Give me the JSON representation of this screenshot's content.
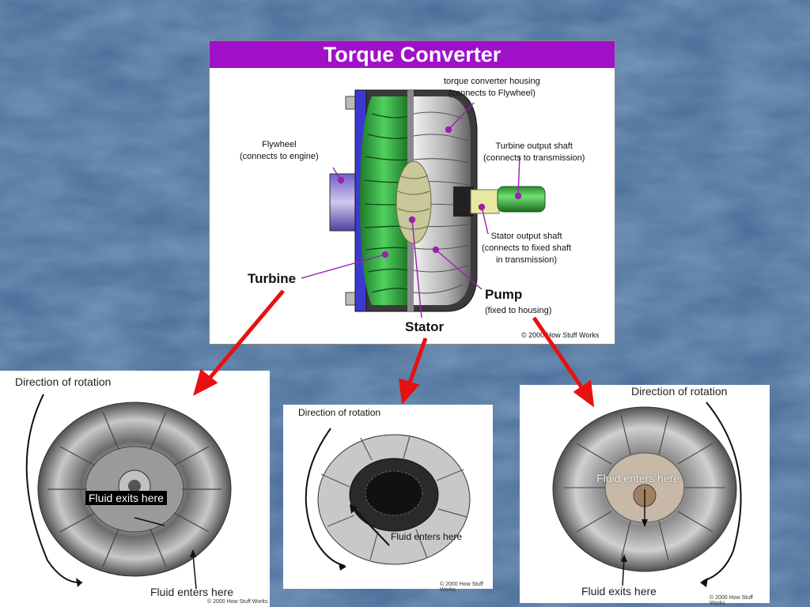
{
  "diagram": {
    "title": "Torque Converter",
    "labels": {
      "housing": "torque converter housing\n(connects to Flywheel)",
      "flywheel": "Flywheel\n(connects to engine)",
      "turbine_shaft": "Turbine output shaft\n(connects to transmission)",
      "stator_shaft": "Stator output shaft\n(connects to fixed shaft\nin transmission)",
      "turbine": "Turbine",
      "pump": "Pump",
      "pump_note": "(fixed to housing)",
      "stator": "Stator"
    },
    "copyright": "© 2000 How Stuff Works"
  },
  "photos": {
    "turbine": {
      "direction": "Direction of rotation",
      "fluid_exits": "Fluid exits here",
      "fluid_enters": "Fluid enters here",
      "credit": "© 2000 How Stuff Works"
    },
    "stator": {
      "direction": "Direction of rotation",
      "fluid_enters": "Fluid enters here",
      "credit": "© 2000 How Stuff Works"
    },
    "pump": {
      "direction": "Direction of rotation",
      "fluid_enters": "Fluid enters here",
      "fluid_exits": "Fluid exits here",
      "credit": "© 2000 How Stuff Works"
    }
  },
  "colors": {
    "background": "#4a6e98",
    "title_bar": "#a010c8",
    "callout": "#9a20b0",
    "arrow": "#e81010",
    "turbine": "#30b040"
  }
}
